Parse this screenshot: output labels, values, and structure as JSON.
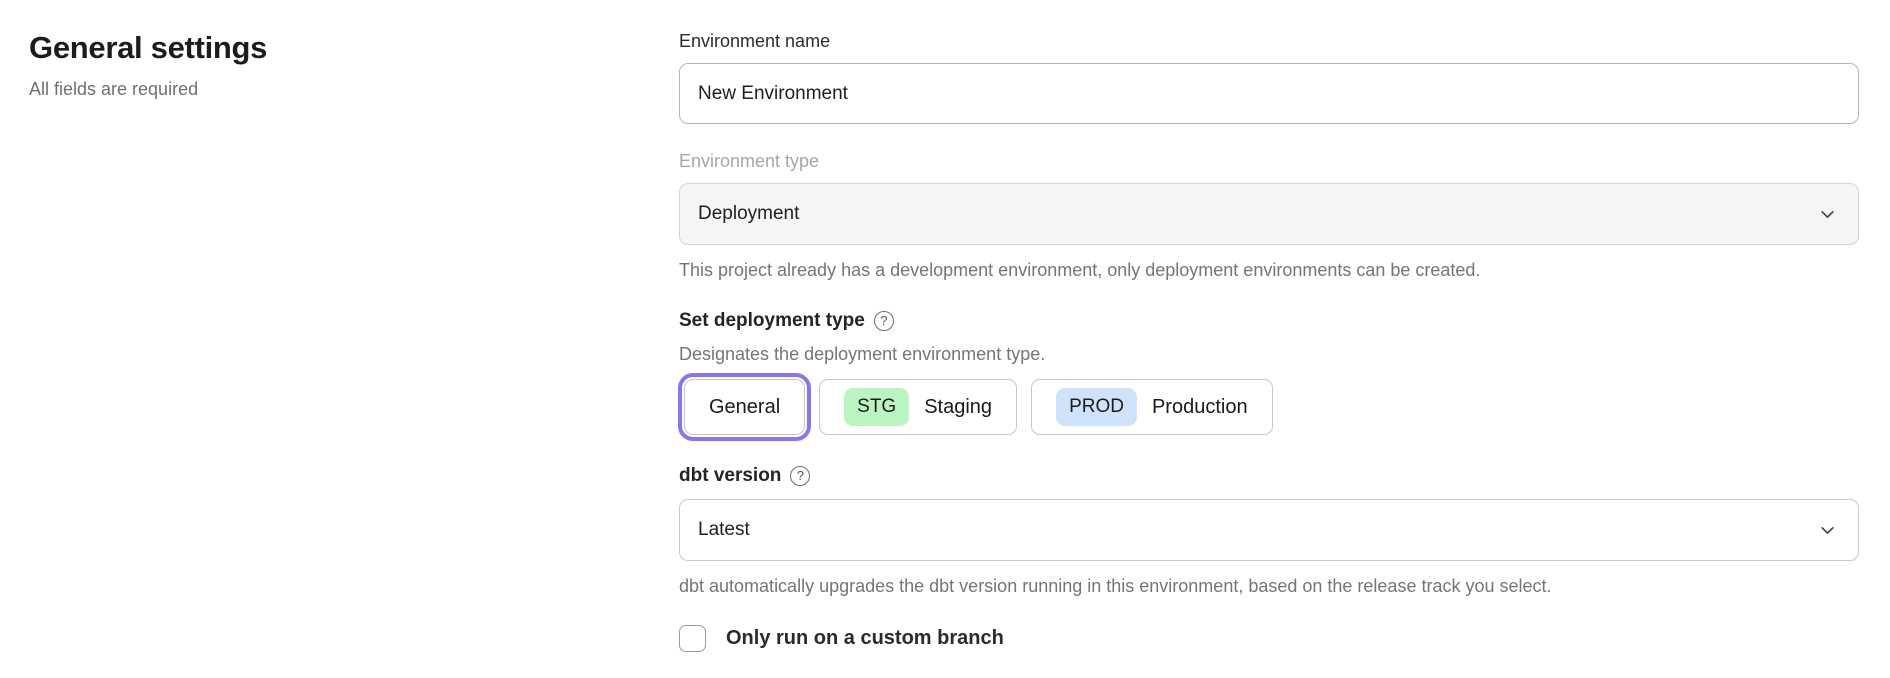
{
  "page": {
    "title": "General settings",
    "subtitle": "All fields are required"
  },
  "form": {
    "environment_name": {
      "label": "Environment name",
      "value": "New Environment"
    },
    "environment_type": {
      "label": "Environment type",
      "value": "Deployment",
      "disabled": true,
      "help_text": "This project already has a development environment, only deployment environments can be created."
    },
    "deployment_type": {
      "label": "Set deployment type",
      "help_icon": "question-circle",
      "description": "Designates the deployment environment type.",
      "options": [
        {
          "label": "General",
          "selected": true
        },
        {
          "badge": "STG",
          "label": "Staging",
          "selected": false,
          "badge_color": "#b9f4c1"
        },
        {
          "badge": "PROD",
          "label": "Production",
          "selected": false,
          "badge_color": "#cfe2fb"
        }
      ]
    },
    "dbt_version": {
      "label": "dbt version",
      "help_icon": "question-circle",
      "value": "Latest",
      "help_text": "dbt automatically upgrades the dbt version running in this environment, based on the release track you select."
    },
    "custom_branch": {
      "label": "Only run on a custom branch",
      "checked": false
    }
  },
  "colors": {
    "accent_ring": "#8b74f4",
    "stg_badge_bg": "#b9f4c1",
    "prod_badge_bg": "#cfe2fb",
    "disabled_field_bg": "#f5f5f5",
    "helper_text": "#757575"
  }
}
